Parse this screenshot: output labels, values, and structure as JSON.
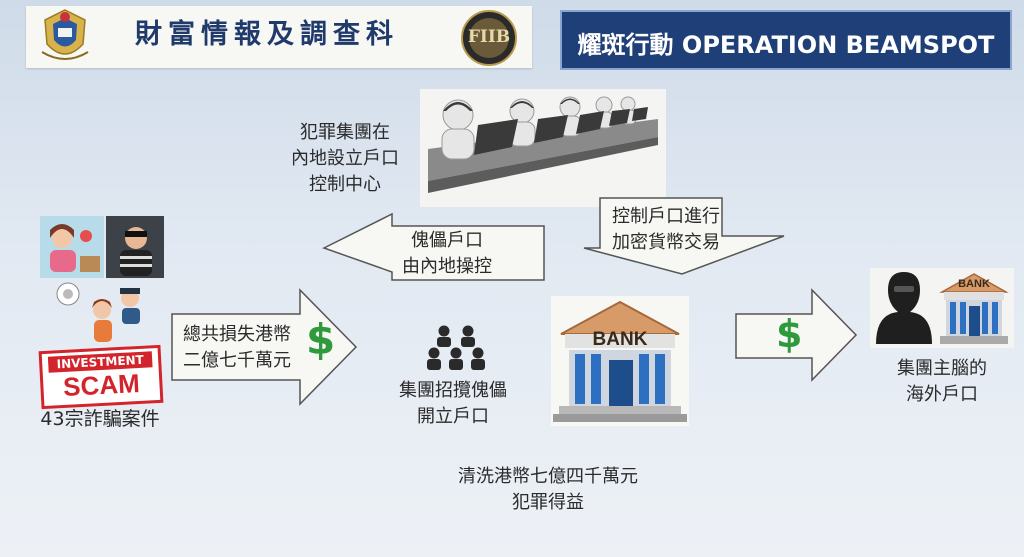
{
  "header": {
    "title": "財富情報及調查科",
    "emblem_text": "FIIB",
    "operation": "耀斑行動 OPERATION BEAMSPOT"
  },
  "flow": {
    "control_center": "犯罪集團在\n內地設立戶口\n控制中心",
    "puppet_label": "傀儡戶口\n由內地操控",
    "crypto_label": "控制戶口進行\n加密貨幣交易",
    "scam_sign": [
      "INVESTMENT",
      "SCAM"
    ],
    "cases": "43宗詐騙案件",
    "loss": "總共損失港幣\n二億七千萬元",
    "recruit": "集團招攬傀儡\n開立戶口",
    "bank_sign": "BANK",
    "laundering": "清洗港幣七億四千萬元\n犯罪得益",
    "overseas": "集團主腦的\n海外戶口",
    "dollar": "$"
  },
  "colors": {
    "navy": "#1f3f78",
    "green": "#2e9a3d",
    "scam_red": "#d3242b"
  }
}
